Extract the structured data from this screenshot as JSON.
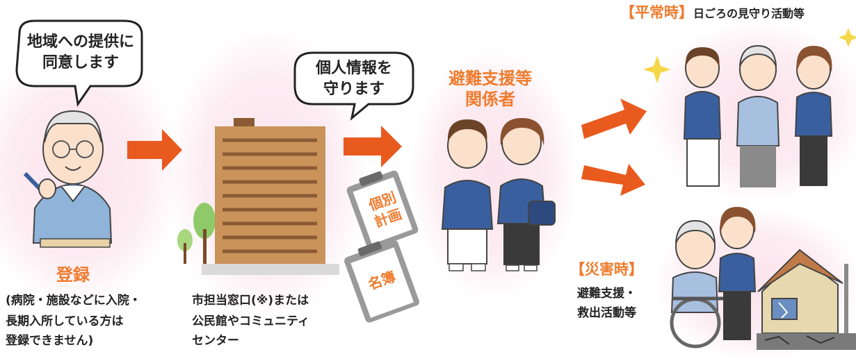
{
  "register": {
    "speech": [
      "地域への提供に",
      "同意します"
    ],
    "label": "登録",
    "note": [
      "(病院・施設などに入院・",
      "長期入所している方は",
      "登録できません)"
    ]
  },
  "city": {
    "speech": [
      "個人情報を",
      "守ります"
    ],
    "note": [
      "市担当窓口(※)または",
      "公民館やコミュニティ",
      "センター"
    ],
    "clipboard_plan": [
      "個別",
      "計画"
    ],
    "clipboard_list": "名簿"
  },
  "support": {
    "title": [
      "避難支援等",
      "関係者"
    ]
  },
  "normal": {
    "bracket": "【平常時】",
    "text": "日ごろの見守り活動等"
  },
  "disaster": {
    "bracket": "【災害時】",
    "text": [
      "避難支援・",
      "救出活動等"
    ]
  },
  "colors": {
    "accent": "#ef7b2d",
    "arrow": "#e95a1f",
    "pink": "#fbe3ec",
    "uniform": "#3a5f9e",
    "building": "#c9935a"
  }
}
